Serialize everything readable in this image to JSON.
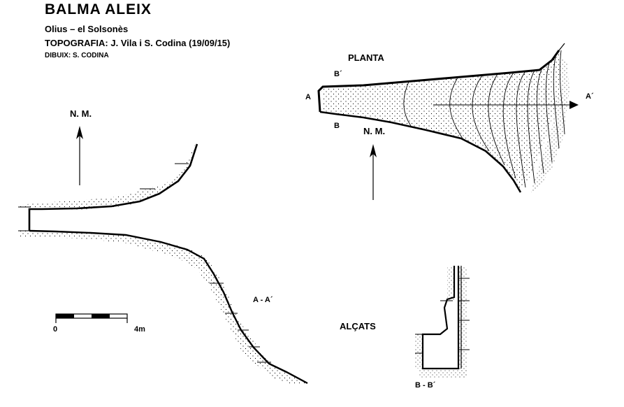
{
  "header": {
    "title": "BALMA   ALEIX",
    "location": "Olius –  el Solsonès",
    "topography": "TOPOGRAFIA: J. Vila i S. Codina    (19/09/15)",
    "drawing": "DIBUIX: S. CODINA"
  },
  "plan": {
    "heading": "PLANTA",
    "point_a": "A",
    "point_a2": "A´",
    "point_b": "B",
    "point_b2": "B´",
    "north": "N. M."
  },
  "section": {
    "north": "N. M.",
    "profile_label": "A - A´",
    "elevations_heading": "ALÇATS",
    "cross_label": "B - B´"
  },
  "scale": {
    "start": "0",
    "end": "4m"
  }
}
